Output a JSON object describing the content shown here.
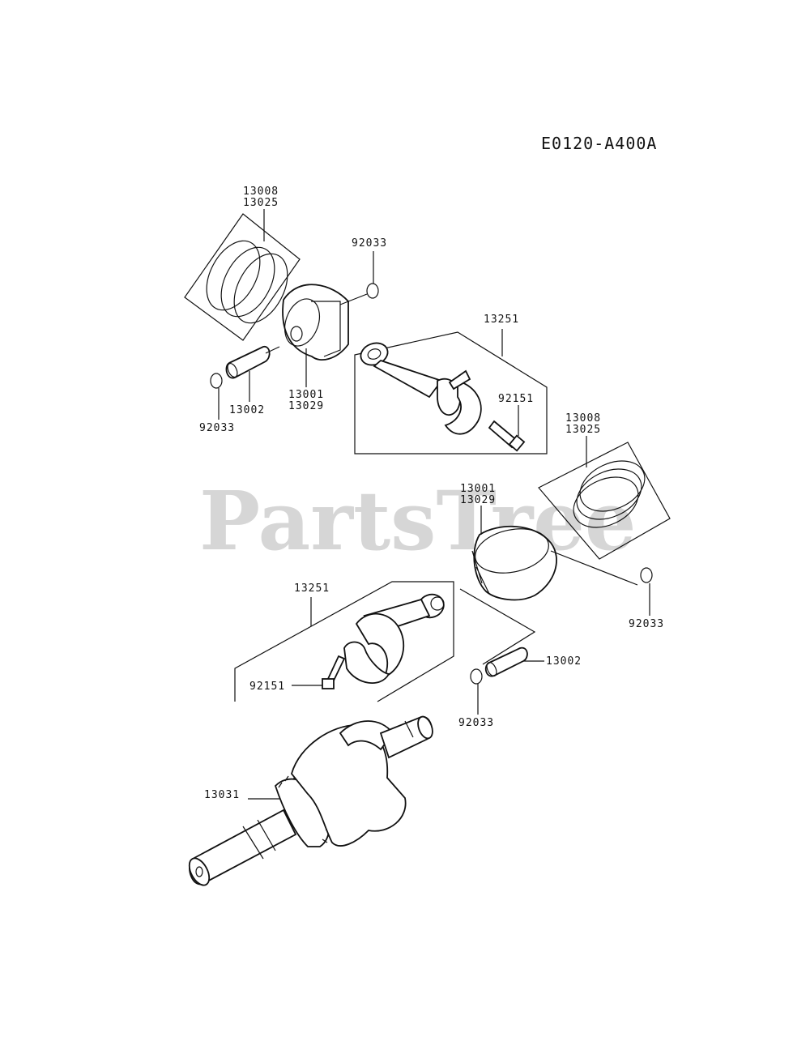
{
  "diagram_code": "E0120-A400A",
  "watermark": "PartsTree",
  "labels": {
    "upper_rings_a": "13008",
    "upper_rings_b": "13025",
    "upper_clip_top": "92033",
    "upper_clip_left": "92033",
    "upper_pin": "13002",
    "upper_piston_a": "13001",
    "upper_piston_b": "13029",
    "upper_rod": "13251",
    "upper_bolt": "92151",
    "lower_rings_a": "13008",
    "lower_rings_b": "13025",
    "lower_piston_a": "13001",
    "lower_piston_b": "13029",
    "lower_clip_right": "92033",
    "lower_rod": "13251",
    "lower_bolt": "92151",
    "lower_pin": "13002",
    "lower_clip_bottom": "92033",
    "crankshaft": "13031"
  }
}
